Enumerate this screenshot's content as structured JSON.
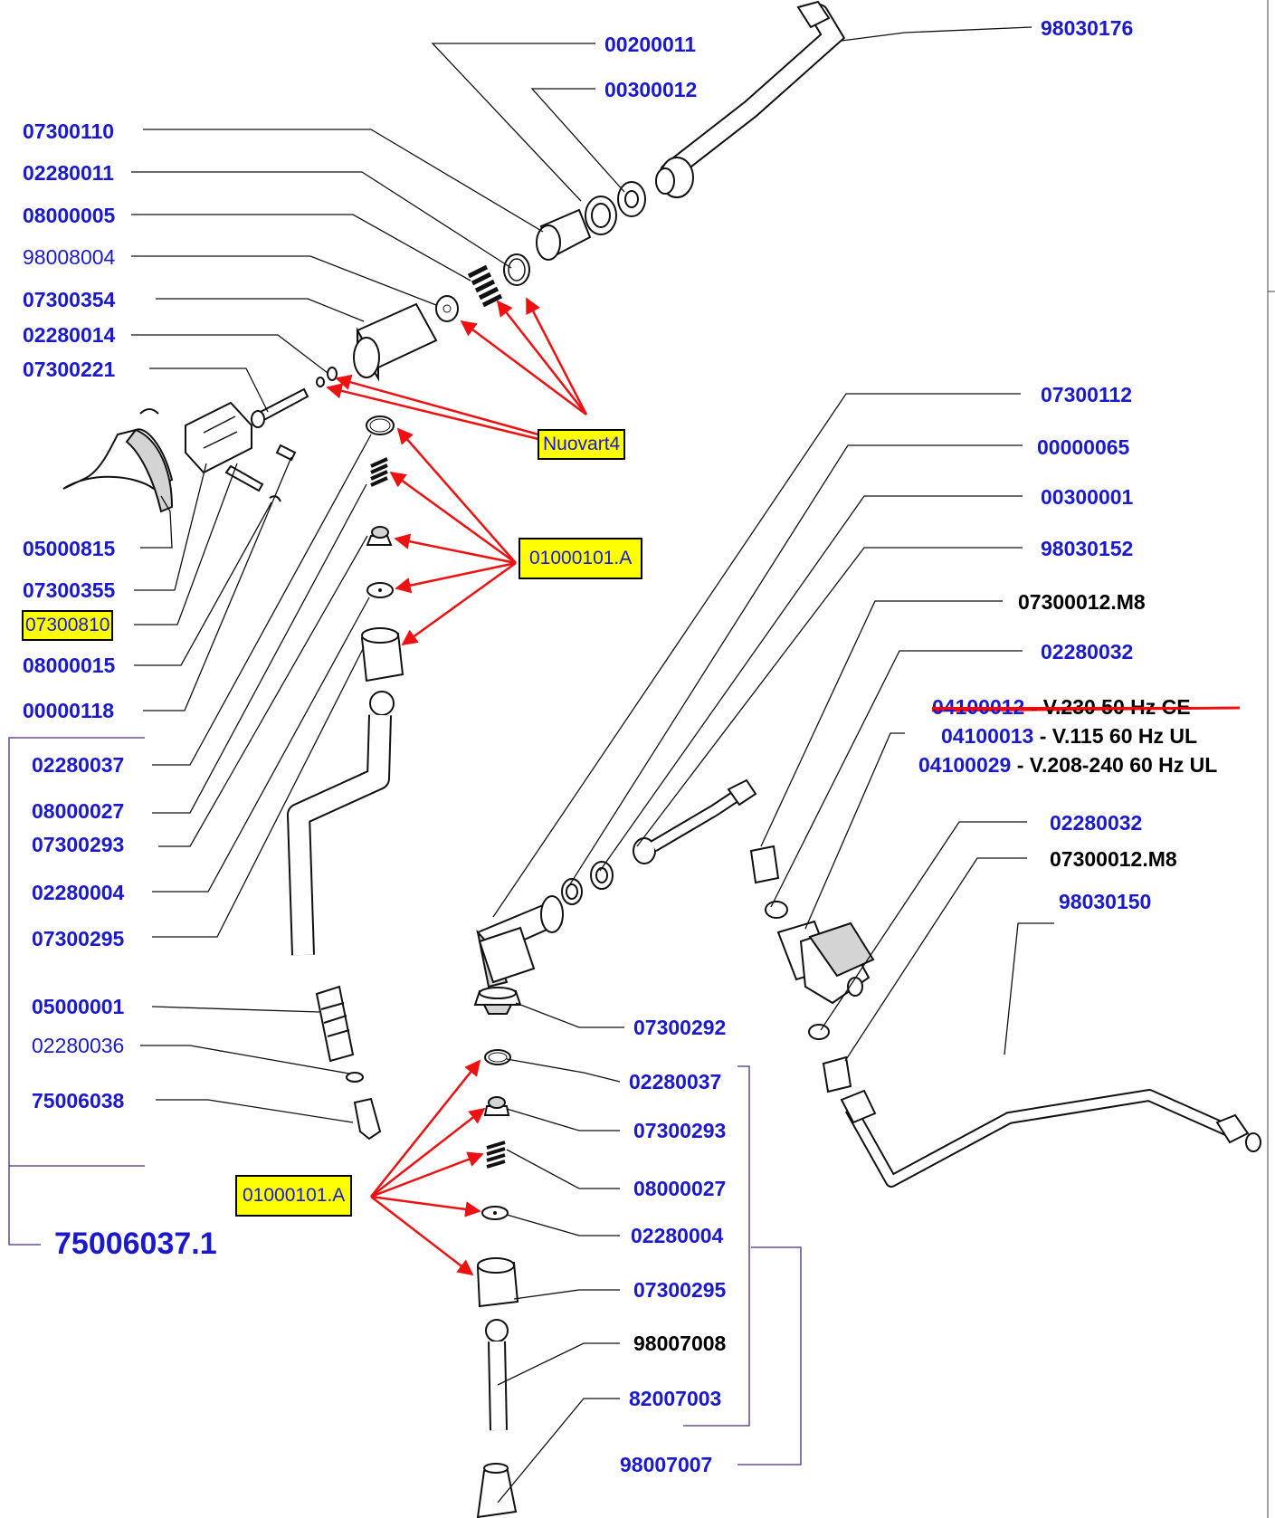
{
  "labels": {
    "p00200011": "00200011",
    "p00300012": "00300012",
    "p98030176": "98030176",
    "p07300110": "07300110",
    "p02280011": "02280011",
    "p08000005": "08000005",
    "p98008004": "98008004",
    "p07300354": "07300354",
    "p02280014": "02280014",
    "p07300221": "07300221",
    "p05000815": "05000815",
    "p07300355": "07300355",
    "p08000015": "08000015",
    "p00000118": "00000118",
    "p02280037a": "02280037",
    "p08000027a": "08000027",
    "p07300293a": "07300293",
    "p02280004a": "02280004",
    "p07300295a": "07300295",
    "p05000001": "05000001",
    "p02280036": "02280036",
    "p75006038": "75006038",
    "p75006037": "75006037.1",
    "p07300112": "07300112",
    "p00000065": "00000065",
    "p00300001": "00300001",
    "p98030152": "98030152",
    "p07300012m8a": "07300012.M8",
    "p02280032a": "02280032",
    "p02280032b": "02280032",
    "p07300012m8b": "07300012.M8",
    "p98030150": "98030150",
    "p07300292": "07300292",
    "p02280037b": "02280037",
    "p07300293b": "07300293",
    "p08000027b": "08000027",
    "p02280004b": "02280004",
    "p07300295b": "07300295",
    "p98007008": "98007008",
    "p82007003": "82007003",
    "p98007007": "98007007"
  },
  "voltage": {
    "line1_code": "04100012",
    "line1_text": " - V.230 50 Hz CE",
    "line2_code": "04100013",
    "line2_text": " - V.115 60 Hz UL",
    "line3_code": "04100029",
    "line3_text": " - V.208-240 60 Hz UL"
  },
  "callouts": {
    "nuovart": "Nuovart4",
    "kit_top": "01000101.A",
    "kit_bottom": "01000101.A",
    "boxed_part": "07300810"
  },
  "colors": {
    "part_number": "#1a1acc",
    "callout_fill": "#ffff00",
    "arrow": "#ee1111"
  }
}
